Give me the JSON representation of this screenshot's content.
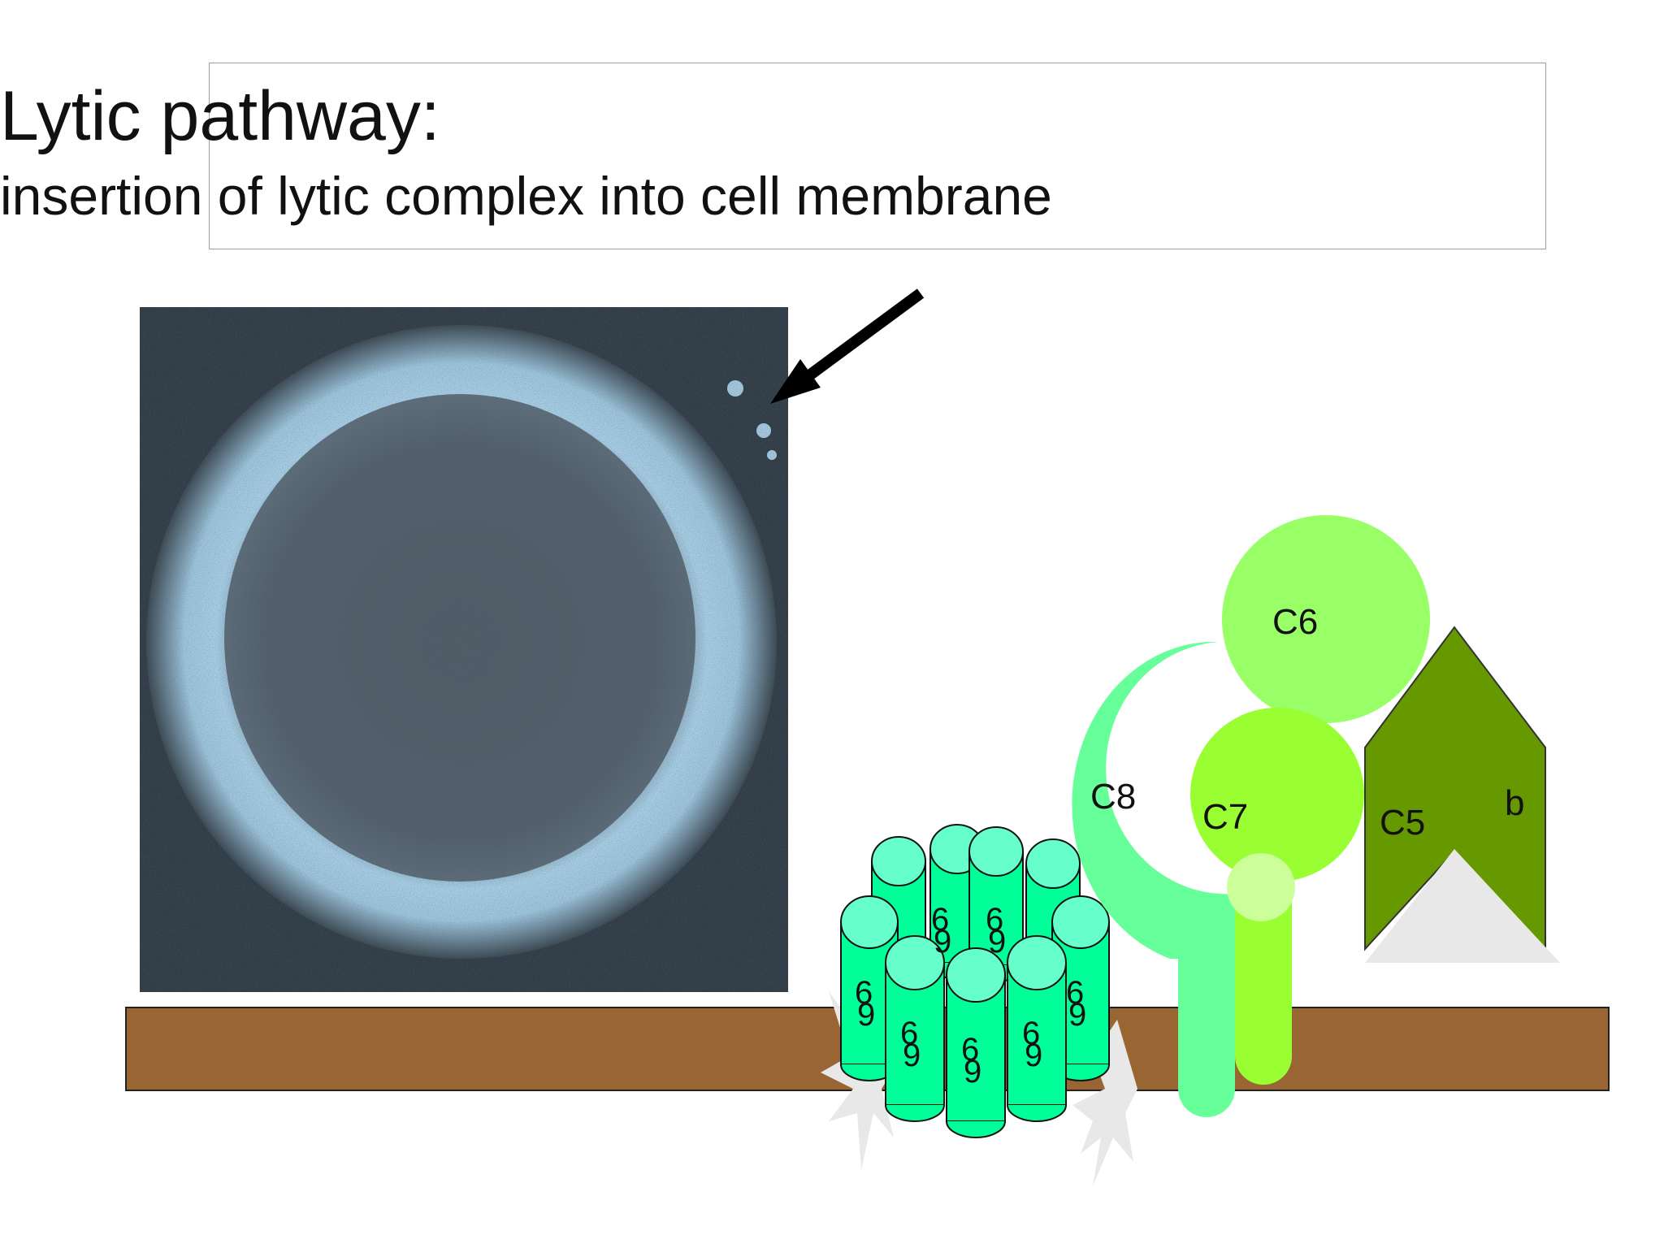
{
  "title": {
    "main": "Lytic pathway:",
    "subtitle": "insertion of lytic complex into cell membrane"
  },
  "micrograph": {
    "alt": "electron micrograph of lysed cell with membrane pore"
  },
  "components": {
    "c6": "C6",
    "c8": "C8",
    "c7": "C7",
    "c5": "C5",
    "c5b": "b",
    "c9_digit_top": "6",
    "c9_digit_bottom": "9"
  },
  "colors": {
    "membrane": "#996633",
    "c6": "#99ff66",
    "c8": "#66ff99",
    "c7": "#99ff33",
    "c7_core": "#ccff99",
    "c5": "#669900",
    "c9_top": "#66ffcc",
    "c9_body": "#00ff99",
    "background": "#ffffff"
  }
}
